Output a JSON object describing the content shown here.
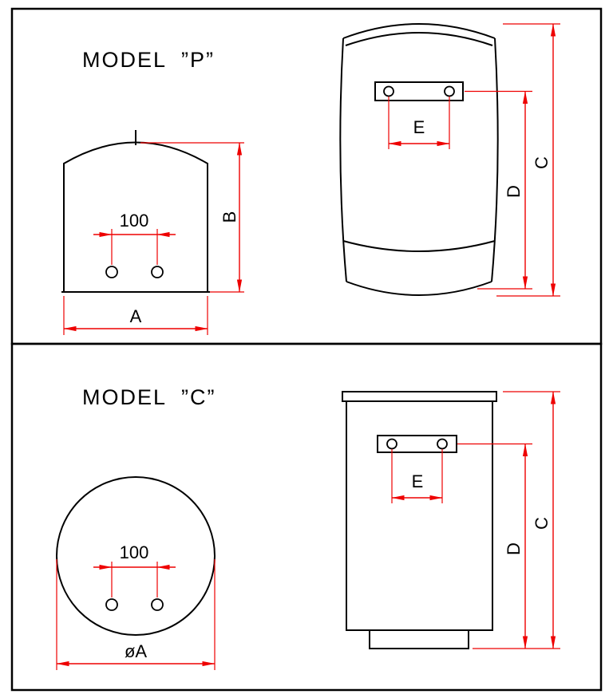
{
  "colors": {
    "outline": "#000000",
    "dimension": "#ee0000",
    "background": "#ffffff"
  },
  "panel_p": {
    "title": "MODEL  ”P”",
    "dims": {
      "hole_spacing": "100",
      "width": "A",
      "height": "B",
      "total_height": "C",
      "body_height": "D",
      "bracket_hole_spacing": "E"
    }
  },
  "panel_c": {
    "title": "MODEL  ”C”",
    "dims": {
      "hole_spacing": "100",
      "diameter": "øA",
      "total_height": "C",
      "body_height": "D",
      "bracket_hole_spacing": "E"
    }
  }
}
